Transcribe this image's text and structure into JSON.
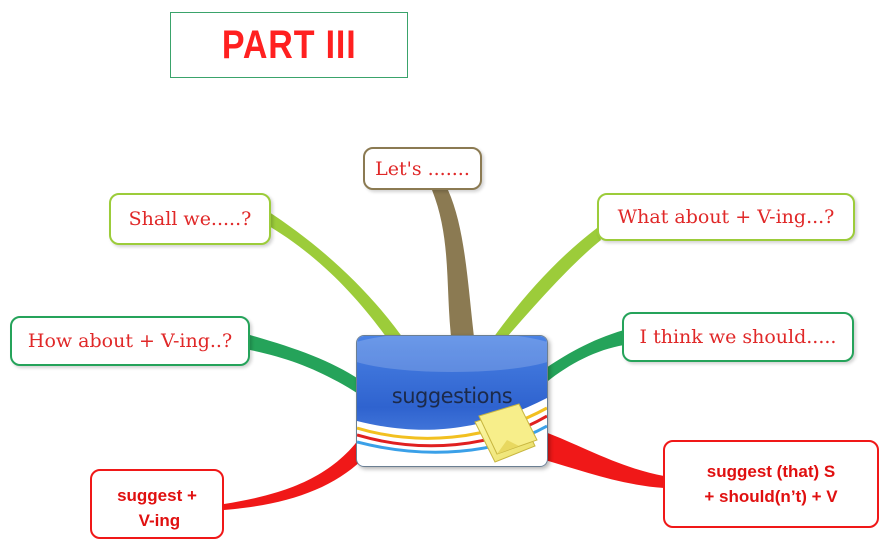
{
  "title": "PART III",
  "center": {
    "label": "suggestions"
  },
  "nodes": {
    "lets": "Let's .......",
    "shall_we": "Shall we.....?",
    "what_about": "What about + V-ing...?",
    "how_about": "How about + V-ing..?",
    "i_think": "I think we should.....",
    "suggest_ving": "suggest +\n V-ing",
    "suggest_that": "suggest (that) S\n+ should(n’t) + V"
  },
  "colors": {
    "title": "#ff2020",
    "node_text": "#e02828",
    "branch_brown": "#8b7a52",
    "branch_lime": "#9ccc3a",
    "branch_green": "#25a35a",
    "branch_red": "#f01818"
  }
}
